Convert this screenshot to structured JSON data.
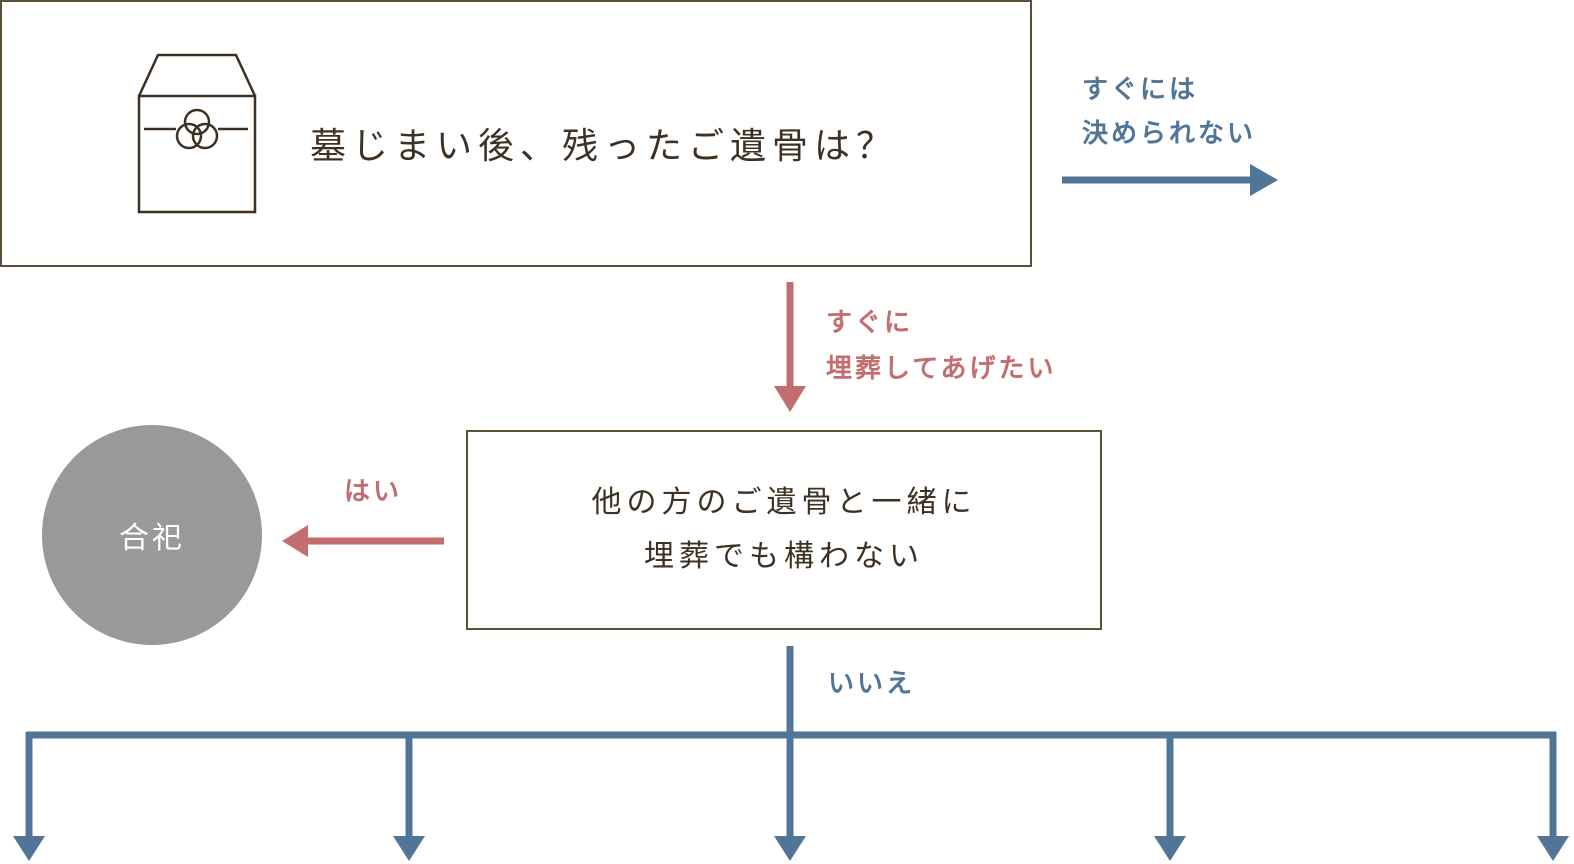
{
  "question": {
    "title": "墓じまい後、残ったご遺骨は？",
    "icon": "urn-box-icon"
  },
  "branches": {
    "not_decided": {
      "line1": "すぐには",
      "line2": "決められない",
      "color": "#507597"
    },
    "bury_soon": {
      "line1": "すぐに",
      "line2": "埋葬してあげたい",
      "color": "#c26d6f"
    },
    "yes": {
      "label": "はい",
      "color": "#c26d6f"
    },
    "no": {
      "label": "いいえ",
      "color": "#507597"
    }
  },
  "sub_question": {
    "line1": "他の方のご遺骨と一緒に",
    "line2": "埋葬でも構わない"
  },
  "result": {
    "joint_burial": "合祀",
    "color": "#999999"
  },
  "colors": {
    "border": "#5b4f3c",
    "text": "#3e3123"
  }
}
